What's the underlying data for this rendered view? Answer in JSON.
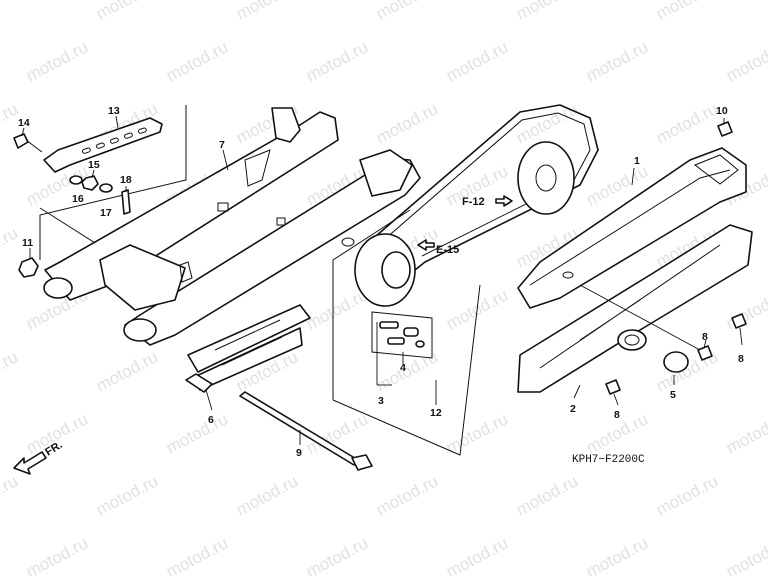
{
  "diagram": {
    "code": "KPH7−F2200C",
    "front_arrow": "FR.",
    "watermark": "motod.ru",
    "references": [
      {
        "id": "ref-e15",
        "text": "E-15"
      },
      {
        "id": "ref-f12",
        "text": "F-12"
      }
    ],
    "callouts": [
      "1",
      "2",
      "3",
      "4",
      "5",
      "6",
      "7",
      "8",
      "8",
      "8",
      "9",
      "10",
      "11",
      "12",
      "13",
      "14",
      "15",
      "16",
      "17",
      "18"
    ]
  }
}
